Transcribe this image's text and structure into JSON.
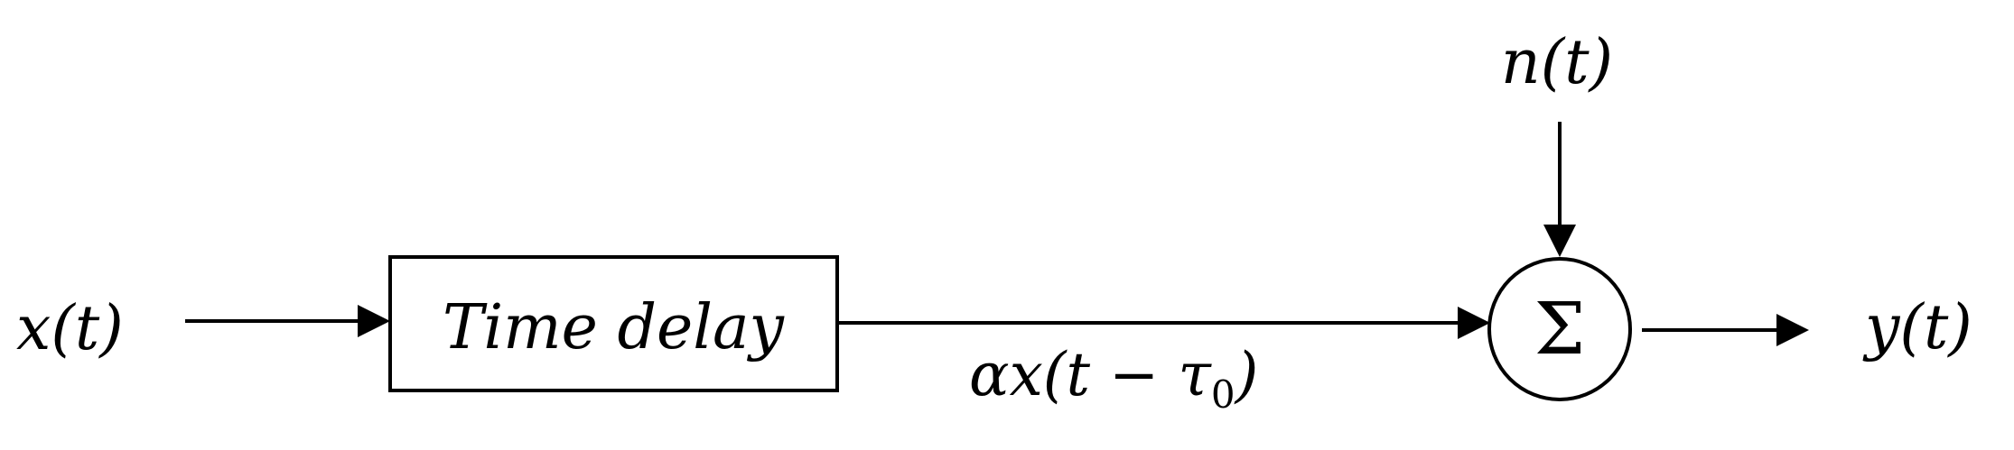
{
  "signals": {
    "input": "x(t)",
    "noise": "n(t)",
    "delayed": "αx(t − τ",
    "delayed_subscript": "0",
    "delayed_close": ")",
    "output": "y(t)"
  },
  "blocks": {
    "delay_label": "Time delay",
    "sum_symbol": "Σ"
  }
}
